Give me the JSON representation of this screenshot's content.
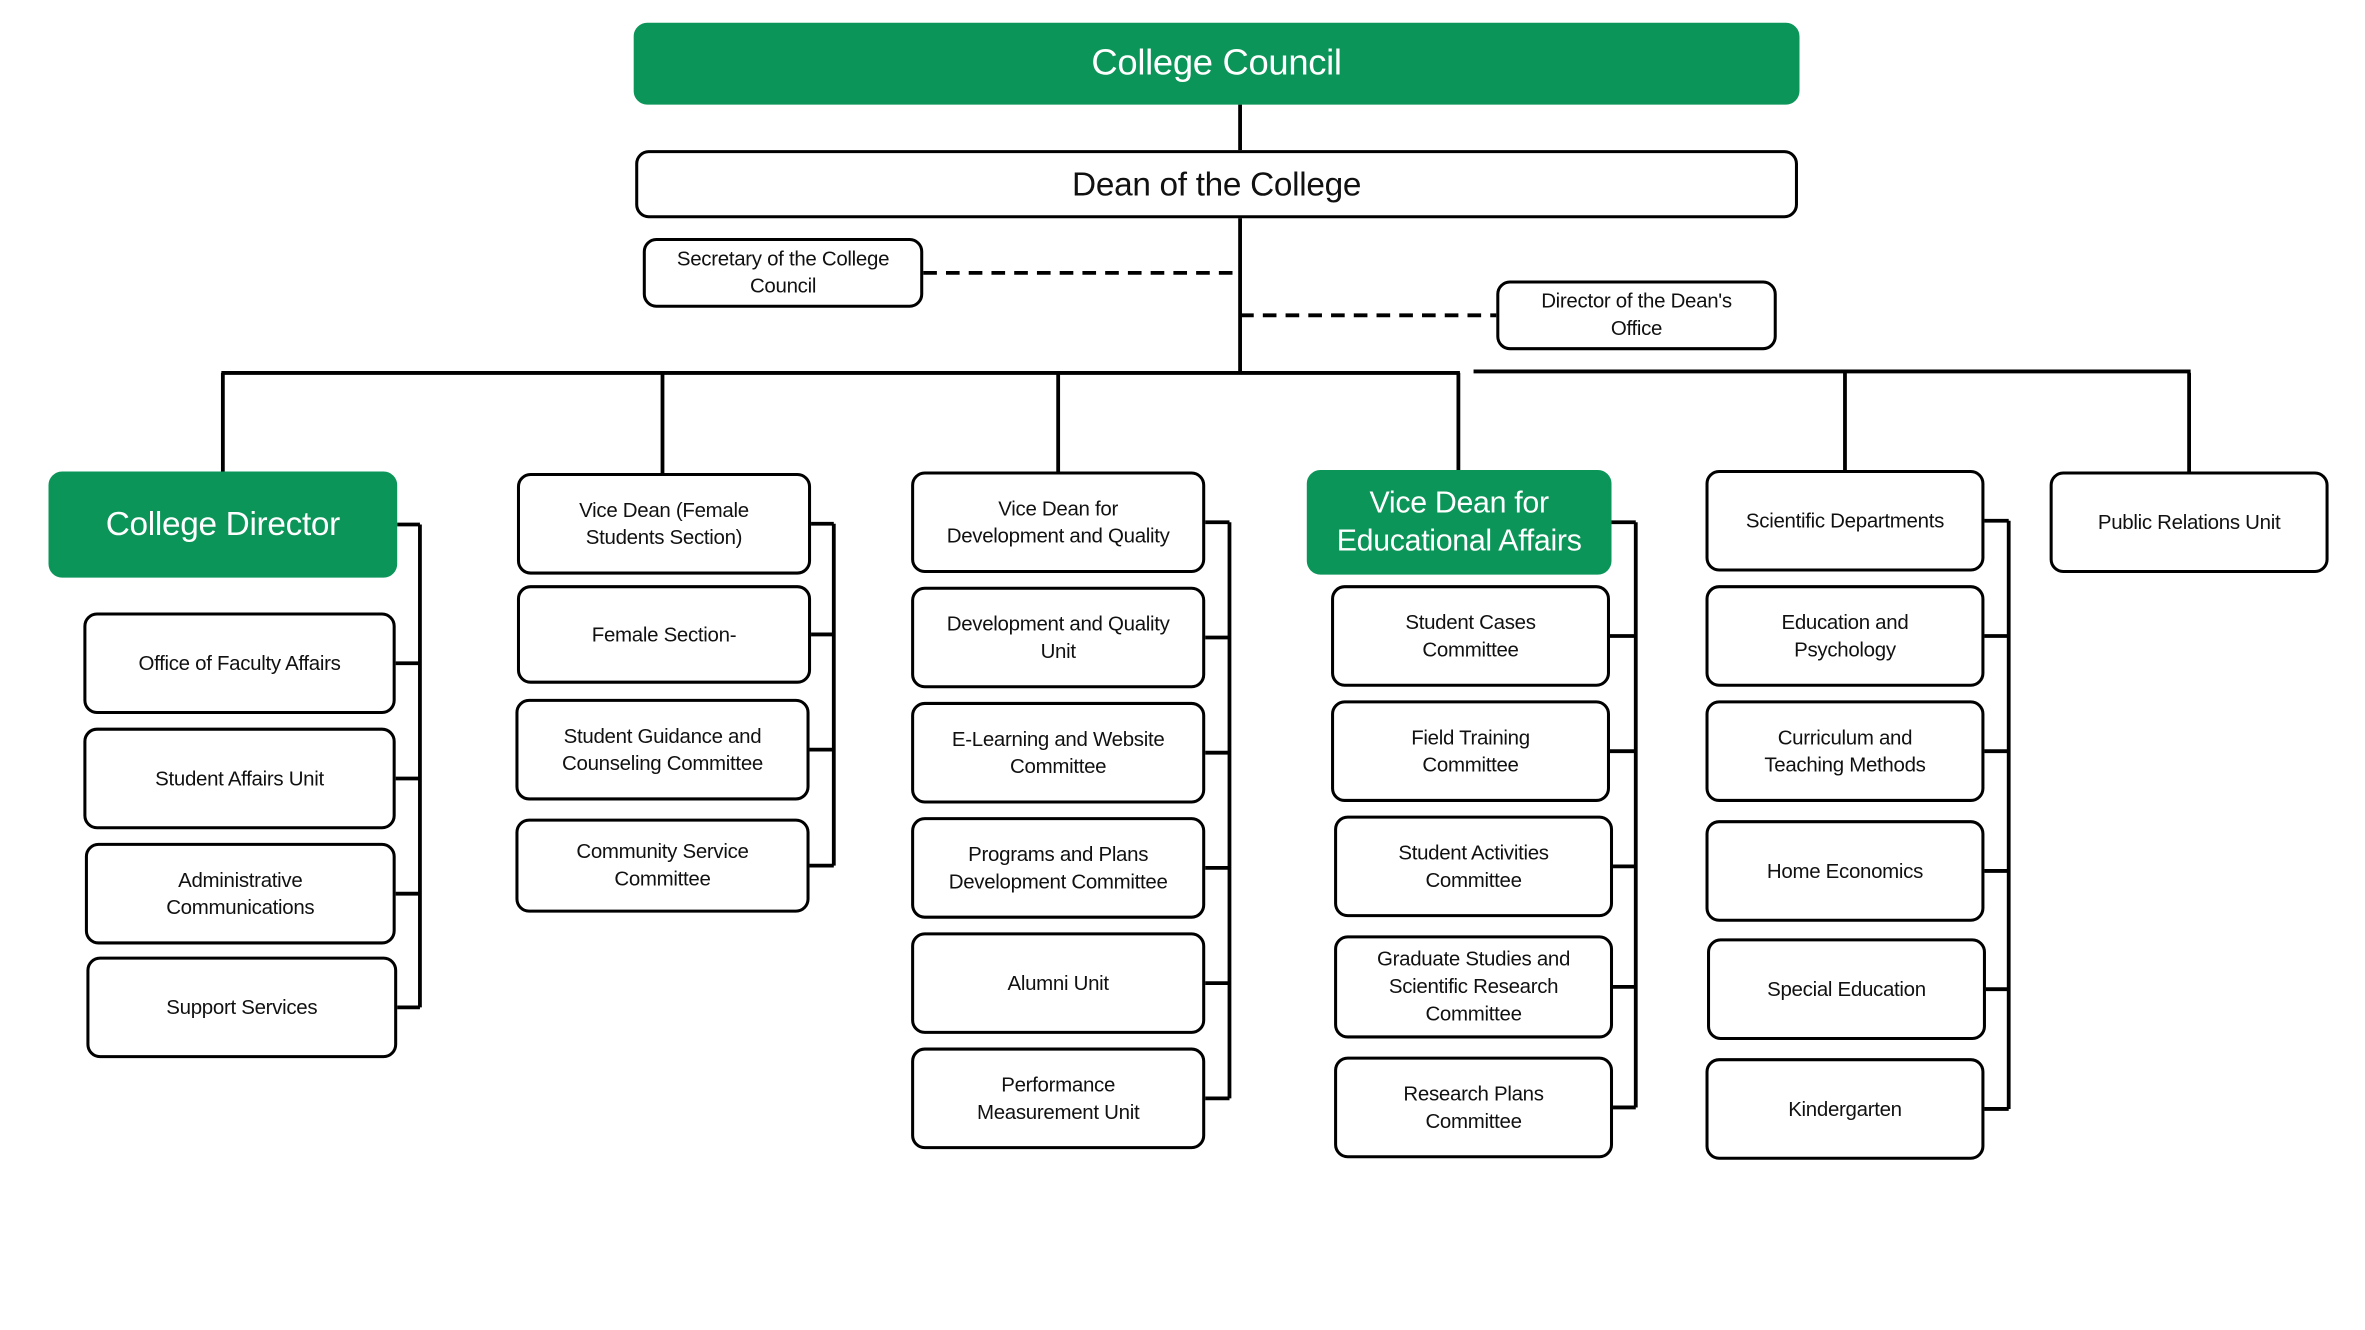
{
  "colors": {
    "accent_green": "#0b9558",
    "line": "#000000"
  },
  "top": {
    "council": "College Council",
    "dean": "Dean of the College",
    "secretary": "Secretary of the College\nCouncil",
    "dean_office_director": "Director of the Dean's\nOffice"
  },
  "columns": [
    {
      "head": "College Director",
      "items": [
        "Office of Faculty Affairs",
        "Student Affairs Unit",
        "Administrative\nCommunications",
        "Support Services"
      ]
    },
    {
      "head": "Vice Dean (Female\nStudents Section)",
      "items": [
        "Female Section-",
        "Student Guidance and\nCounseling Committee",
        "Community Service\nCommittee"
      ]
    },
    {
      "head": "Vice Dean for\nDevelopment and Quality",
      "items": [
        "Development and Quality\nUnit",
        "E-Learning and Website\nCommittee",
        "Programs and Plans\nDevelopment Committee",
        "Alumni Unit",
        "Performance\nMeasurement Unit"
      ]
    },
    {
      "head": "Vice Dean for\nEducational Affairs",
      "items": [
        "Student Cases\nCommittee",
        "Field Training\nCommittee",
        "Student Activities\nCommittee",
        "Graduate Studies and\nScientific Research\nCommittee",
        "Research Plans\nCommittee"
      ]
    },
    {
      "head": "Scientific Departments",
      "items": [
        "Education and\nPsychology",
        "Curriculum and\nTeaching Methods",
        "Home Economics",
        "Special Education",
        "Kindergarten"
      ]
    },
    {
      "head": "Public Relations Unit",
      "items": []
    }
  ]
}
